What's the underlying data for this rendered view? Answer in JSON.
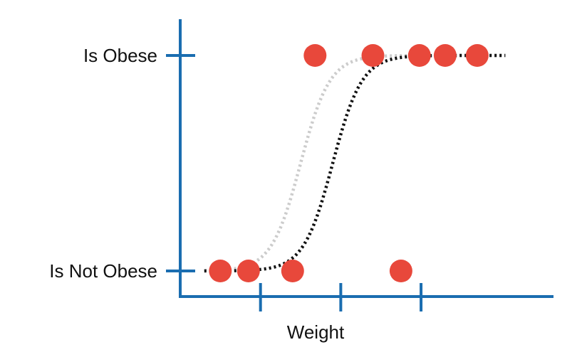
{
  "chart_data": {
    "type": "scatter",
    "xlabel": "Weight",
    "ylabel": "",
    "y_categories": [
      "Is Not Obese",
      "Is Obese"
    ],
    "x_ticks": [
      1,
      2,
      3
    ],
    "xlim": [
      0,
      4.65
    ],
    "ylim": [
      0,
      1
    ],
    "grid": false,
    "colors": {
      "axis": "#1a6db0",
      "points": "#e8483b",
      "curve_primary": "#111111",
      "curve_secondary": "#cccccc"
    },
    "points": [
      {
        "x": 0.5,
        "y": 0
      },
      {
        "x": 0.85,
        "y": 0
      },
      {
        "x": 1.4,
        "y": 0
      },
      {
        "x": 2.75,
        "y": 0
      },
      {
        "x": 1.68,
        "y": 1
      },
      {
        "x": 2.4,
        "y": 1
      },
      {
        "x": 2.98,
        "y": 1
      },
      {
        "x": 3.3,
        "y": 1
      },
      {
        "x": 3.7,
        "y": 1
      }
    ],
    "series": [
      {
        "curve": "logistic",
        "style": "dotted",
        "color": "#111111",
        "x0": 1.9,
        "k": 5.5,
        "xrange": [
          0.3,
          4.05
        ]
      },
      {
        "curve": "logistic",
        "style": "dotted",
        "color": "#cccccc",
        "x0": 1.5,
        "k": 5.5,
        "xrange": [
          0.3,
          4.05
        ]
      }
    ]
  }
}
